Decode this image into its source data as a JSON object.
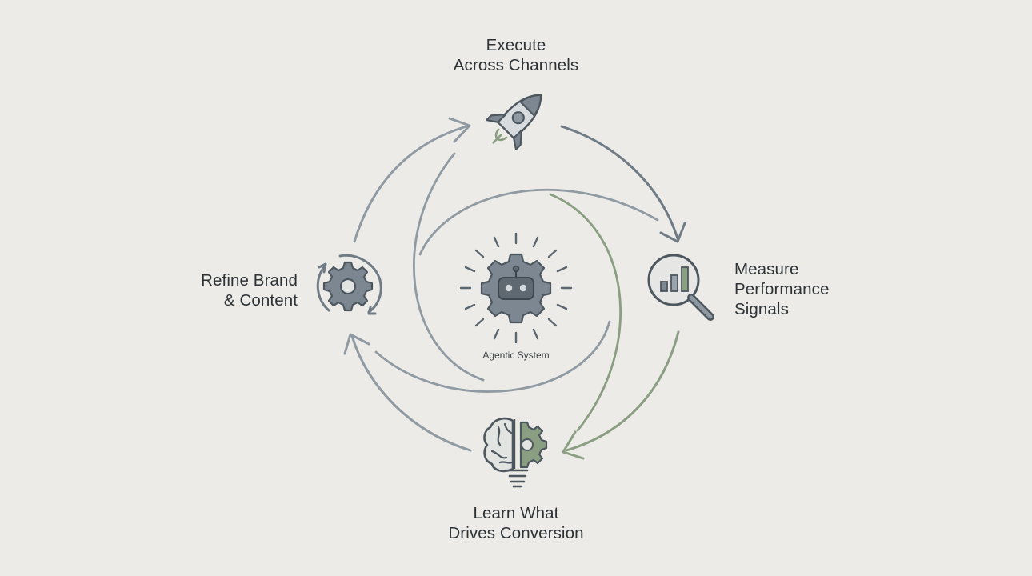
{
  "nodes": {
    "top": {
      "lines": [
        "Execute",
        "Across Channels"
      ],
      "icon": "rocket-icon"
    },
    "right": {
      "lines": [
        "Measure",
        "Performance",
        "Signals"
      ],
      "icon": "magnifier-bar-chart-icon"
    },
    "bottom": {
      "lines": [
        "Learn What",
        "Drives Conversion"
      ],
      "icon": "brain-gear-bulb-icon"
    },
    "left": {
      "lines": [
        "Refine Brand",
        "& Content"
      ],
      "icon": "gear-refresh-icon"
    }
  },
  "center": {
    "label": "Agentic System",
    "icon": "robot-gear-icon"
  },
  "colors": {
    "background": "#ecebe7",
    "slate": "#7f8c97",
    "slate_dark": "#5a6670",
    "sage": "#8a9e82",
    "icon_fill": "#7c8791",
    "icon_stroke": "#4d575f"
  }
}
